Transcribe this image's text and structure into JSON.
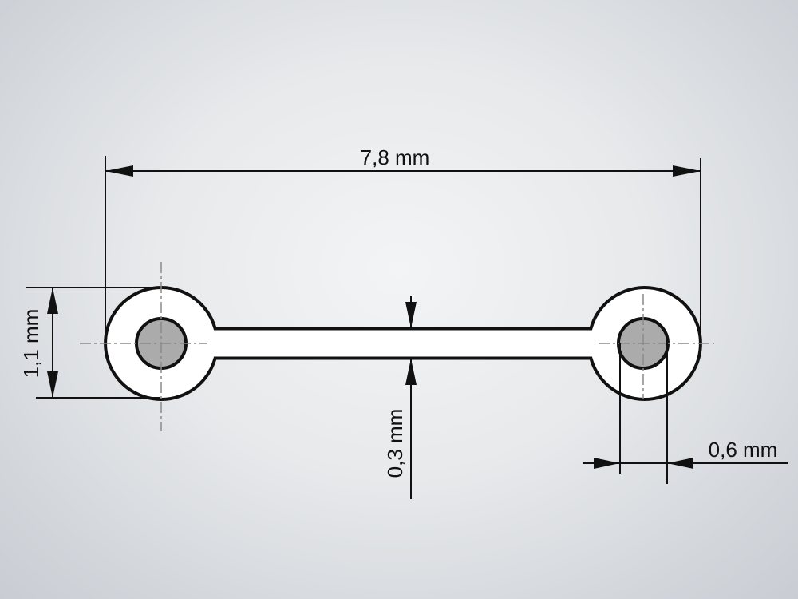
{
  "drawing": {
    "dimension_overall_length": "7,8 mm",
    "dimension_pad_diameter": "1,1 mm",
    "dimension_track_width": "0,3 mm",
    "dimension_hole_diameter": "0,6 mm"
  },
  "colors": {
    "line": "#111111",
    "hole_fill": "#ababab",
    "part_fill": "#ffffff",
    "centerline": "#8a8a8a"
  }
}
